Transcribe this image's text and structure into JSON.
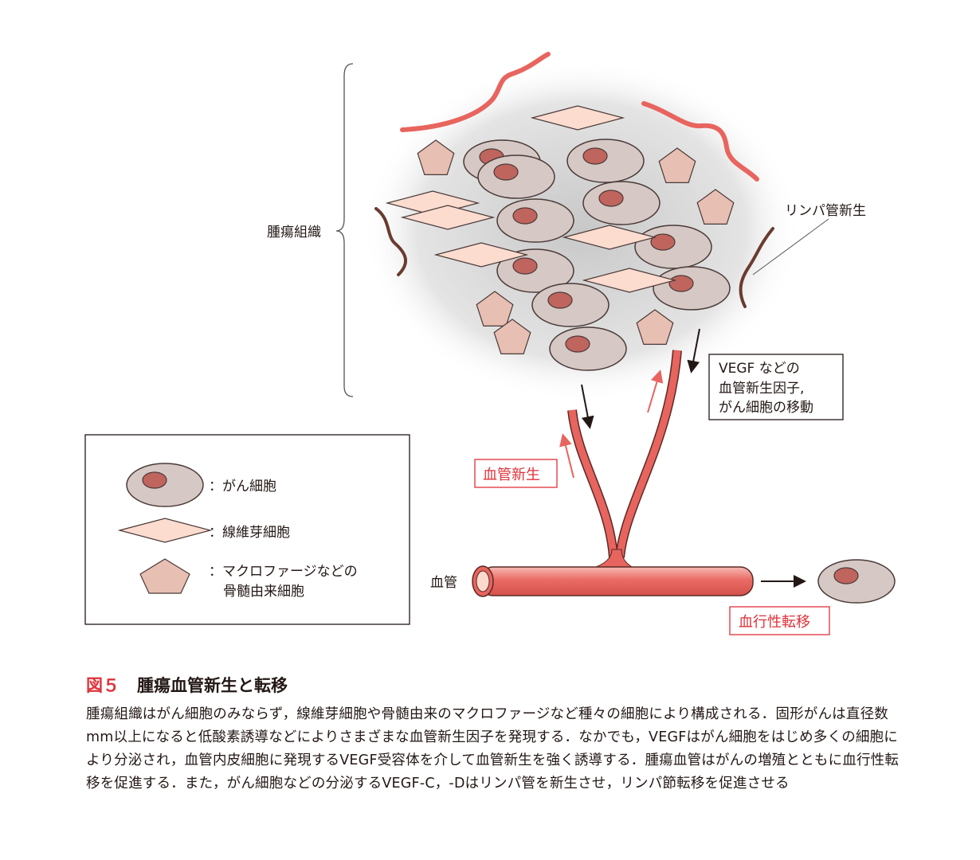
{
  "labels": {
    "tumor_tissue": "腫瘍組織",
    "lymph_angiogenesis": "リンパ管新生",
    "vegf_box": [
      "VEGF などの",
      "血管新生因子,",
      "がん細胞の移動"
    ],
    "angiogenesis": "血管新生",
    "blood_vessel": "血管",
    "hematogenous_metastasis": "血行性転移"
  },
  "legend": {
    "cancer_cell": "：がん細胞",
    "fibroblast": "：線維芽細胞",
    "macrophage": [
      "：マクロファージなどの",
      "骨髄由来細胞"
    ]
  },
  "caption": {
    "figure_number": "図５",
    "title": "腫瘍血管新生と転移",
    "body": "腫瘍組織はがん細胞のみならず，線維芽細胞や骨髄由来のマクロファージなど種々の細胞により構成される．固形がんは直径数mm以上になると低酸素誘導などによりさまざまな血管新生因子を発現する．なかでも，VEGFはがん細胞をはじめ多くの細胞により分泌され，血管内皮細胞に発現するVEGF受容体を介して血管新生を強く誘導する．腫瘍血管はがんの増殖とともに血行性転移を促進する．また，がん細胞などの分泌するVEGF-C，-Dはリンパ管を新生させ，リンパ節転移を促進させる"
  },
  "colors": {
    "accent_red": "#e0313a",
    "vessel": "#e8645e",
    "lymph": "#6b3b30",
    "cell": "#d6c8c4",
    "nucleus": "#c0645e",
    "fibroblast": "#fcdccf",
    "macrophage": "#e8bfb3"
  }
}
